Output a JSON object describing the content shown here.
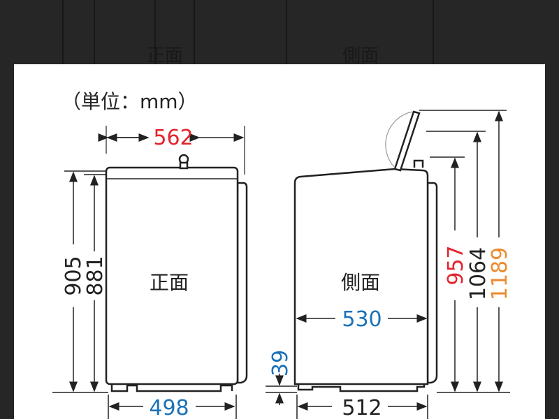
{
  "unit_label": "（単位：mm）",
  "front": {
    "label": "正面",
    "width": "562",
    "height_total": "905",
    "height_body": "881",
    "foot_span": "498"
  },
  "side": {
    "label": "側面",
    "depth": "530",
    "foot_span": "512",
    "base_clearance": "39",
    "height_body": "957",
    "height_lid": "1064",
    "height_open": "1189"
  },
  "colors": {
    "red": "#e3242b",
    "blue": "#1b72b8",
    "orange": "#ec8a2e",
    "line": "#222222",
    "backdrop": "#262626"
  }
}
